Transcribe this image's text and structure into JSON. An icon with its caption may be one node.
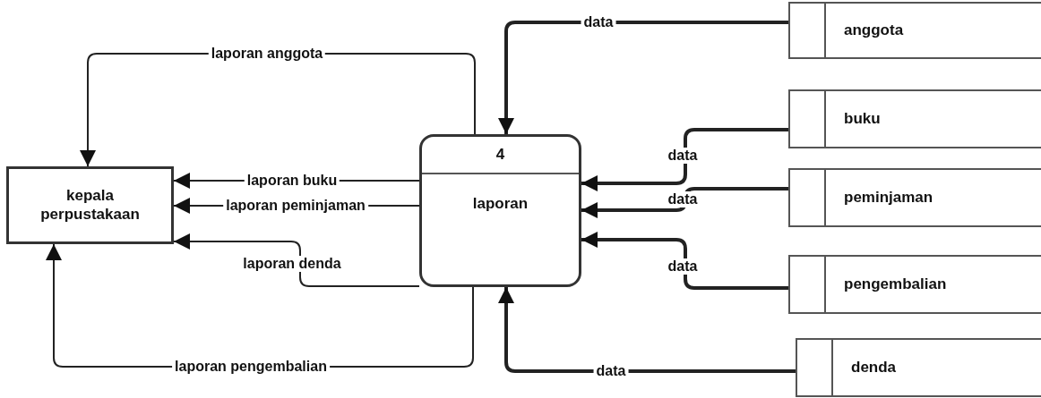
{
  "diagram": {
    "nodes": [
      {
        "text": [
          "kepala perpustakaan"
        ]
      },
      {
        "text": [
          "4",
          "laporan"
        ]
      },
      {
        "text": [
          "anggota"
        ]
      },
      {
        "text": [
          "buku"
        ]
      },
      {
        "text": [
          "peminjaman"
        ]
      },
      {
        "text": [
          "pengembalian"
        ]
      },
      {
        "text": [
          "denda"
        ]
      }
    ],
    "edges": [
      {
        "from": 2,
        "to": 1,
        "arrow": "to",
        "label": "data",
        "style": "thick"
      },
      {
        "from": 3,
        "to": 1,
        "arrow": "to",
        "label": "data",
        "style": "thick"
      },
      {
        "from": 4,
        "to": 1,
        "arrow": "to",
        "label": "data",
        "style": "thick"
      },
      {
        "from": 5,
        "to": 1,
        "arrow": "to",
        "label": "data",
        "style": "thick"
      },
      {
        "from": 6,
        "to": 1,
        "arrow": "to",
        "label": "data",
        "style": "thick"
      },
      {
        "from": 1,
        "to": 0,
        "arrow": "to",
        "label": "laporan anggota"
      },
      {
        "from": 1,
        "to": 0,
        "arrow": "to",
        "label": "laporan buku"
      },
      {
        "from": 1,
        "to": 0,
        "arrow": "to",
        "label": "laporan peminjaman"
      },
      {
        "from": 1,
        "to": 0,
        "arrow": "to",
        "label": "laporan denda"
      },
      {
        "from": 1,
        "to": 0,
        "arrow": "to",
        "label": "laporan pengembalian"
      }
    ]
  }
}
